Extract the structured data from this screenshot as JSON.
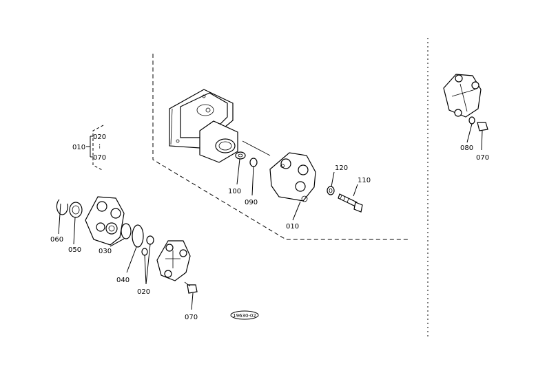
{
  "labels": {
    "asm_010": "010",
    "range_020": "020",
    "range_sep": "⁝",
    "range_070": "070",
    "p060": "060",
    "p050": "050",
    "p030": "030",
    "p040": "040",
    "p020": "020",
    "p070_bottom": "070",
    "p100": "100",
    "p090": "090",
    "p010": "010",
    "p120": "120",
    "p110": "110",
    "p080": "080",
    "p070_right": "070",
    "stamp": "19630-02"
  }
}
